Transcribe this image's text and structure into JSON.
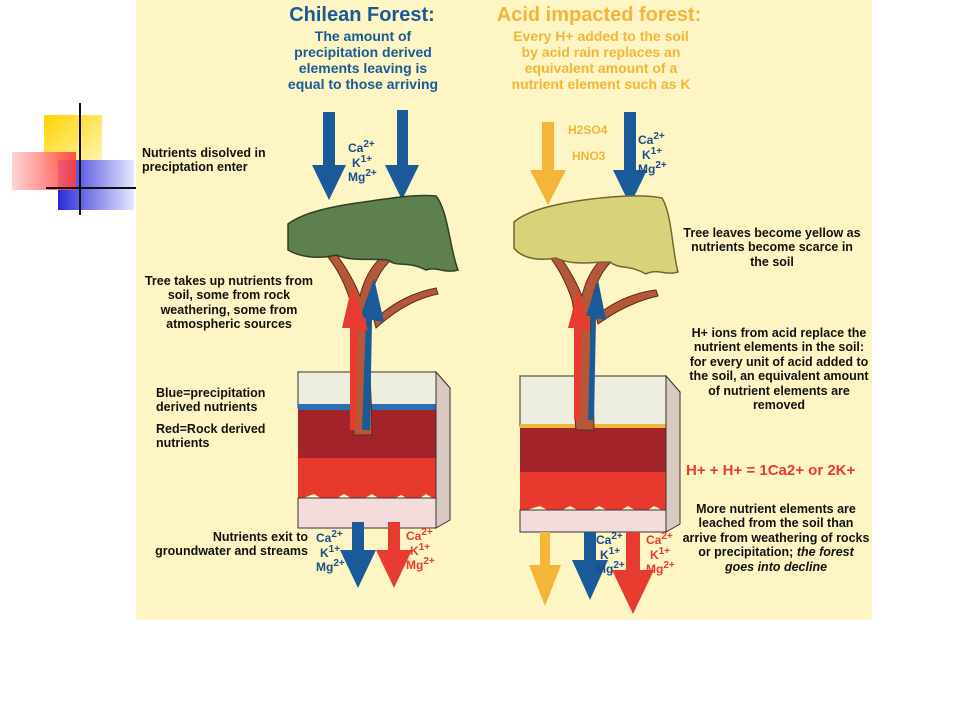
{
  "colors": {
    "panel_bg": "#fdf5c3",
    "precip_blue": "#1a5a99",
    "rock_red": "#e63b2e",
    "acid_yellow": "#f3b63a",
    "healthy_canopy": "#5e7f4e",
    "yellow_canopy": "#d8d27a",
    "soil_dark_red": "#a3232a",
    "soil_bright_red": "#e8392f",
    "bedrock_pink": "#f5dcdc"
  },
  "left": {
    "title": "Chilean Forest:",
    "subtitle": [
      "The amount of",
      "precipitation derived",
      "elements leaving is",
      "equal to those arriving"
    ],
    "inputs": [
      "Ca",
      "K",
      "Mg"
    ],
    "label_enter": "Nutrients disolved in preciptation enter",
    "label_uptake": "Tree takes up nutrients from soil, some from rock weathering, some from atmospheric sources",
    "legend_blue": "Blue=precipitation derived nutrients",
    "legend_red": "Red=Rock derived nutrients",
    "label_exit": "Nutrients exit to groundwater and streams"
  },
  "right": {
    "title": "Acid impacted forest:",
    "subtitle": [
      "Every H+ added to the soil",
      "by acid rain replaces an",
      "equivalent amount of a",
      "nutrient element such as K"
    ],
    "acids": [
      "H2SO4",
      "HNO3"
    ],
    "label_yellow": "Tree leaves become yellow as nutrients become scarce in the soil",
    "label_replace": "H+ ions from acid replace the nutrient elements in the soil: for every unit of acid added to the soil, an equivalent amount of nutrient elements are removed",
    "equation": "H+ + H+ = 1Ca2+ or 2K+",
    "label_leach": "More nutrient elements are leached from the soil than arrive from weathering of rocks or precipitation;",
    "label_leach_italic": "the forest goes into decline"
  }
}
